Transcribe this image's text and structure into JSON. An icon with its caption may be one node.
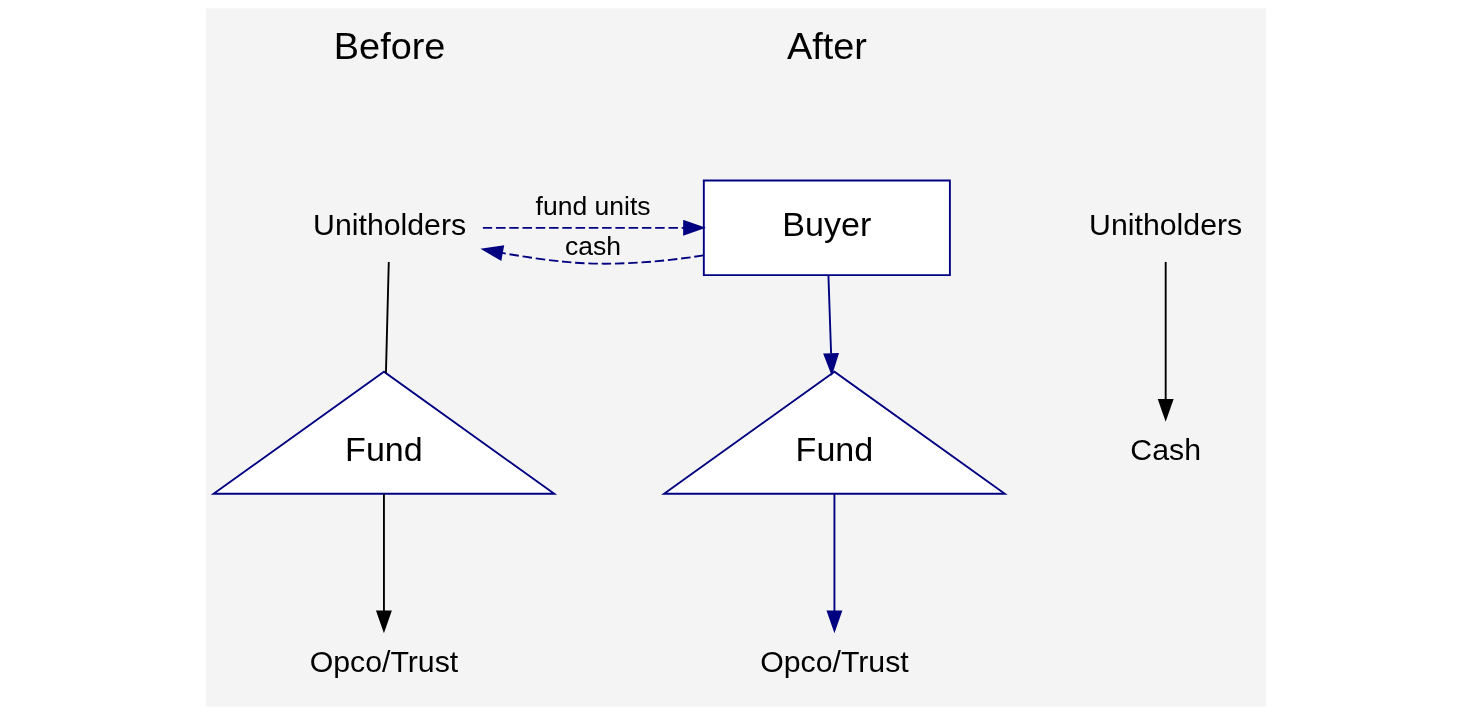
{
  "diagram": {
    "nodes": [
      {
        "text": [
          "Unitholders"
        ]
      },
      {
        "text": [
          "Fund"
        ]
      },
      {
        "text": [
          "Opco/Trust"
        ]
      },
      {
        "text": [
          "Buyer"
        ]
      },
      {
        "text": [
          "Fund"
        ]
      },
      {
        "text": [
          "Opco/Trust"
        ]
      },
      {
        "text": [
          "Unitholders"
        ]
      },
      {
        "text": [
          "Cash"
        ]
      }
    ],
    "edges": [
      {
        "from": 0,
        "to": 1,
        "arrow": "none",
        "color": "#000000"
      },
      {
        "from": 1,
        "to": 2,
        "arrow": "to",
        "color": "#000000"
      },
      {
        "from": 0,
        "to": 3,
        "arrow": "to",
        "label": "fund units",
        "style": "dashed"
      },
      {
        "from": 3,
        "to": 0,
        "arrow": "to",
        "label": "cash",
        "style": "dashed"
      },
      {
        "from": 3,
        "to": 4,
        "arrow": "to"
      },
      {
        "from": 4,
        "to": 5,
        "arrow": "to"
      },
      {
        "from": 6,
        "to": 7,
        "arrow": "to",
        "color": "#000000"
      }
    ],
    "labels": [
      "Before",
      "After"
    ]
  }
}
